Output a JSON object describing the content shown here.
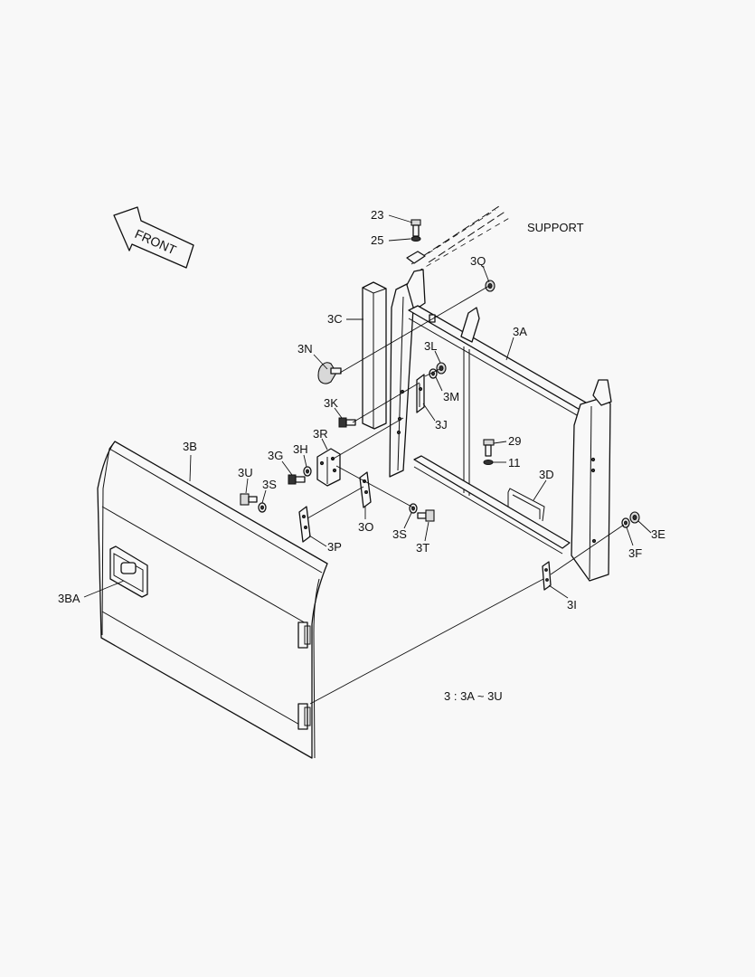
{
  "diagram": {
    "front_arrow_text": "FRONT",
    "support_text": "SUPPORT",
    "range_note": "3 : 3A ~ 3U",
    "callouts": {
      "p23": "23",
      "p25": "25",
      "p3Q": "3Q",
      "p3C": "3C",
      "p3A": "3A",
      "p3N": "3N",
      "p3L": "3L",
      "p3M": "3M",
      "p3K": "3K",
      "p3J": "3J",
      "p3R": "3R",
      "p3B": "3B",
      "p3H": "3H",
      "p3G": "3G",
      "p3U": "3U",
      "p3S_left": "3S",
      "p29": "29",
      "p11": "11",
      "p3D": "3D",
      "p3O": "3O",
      "p3P": "3P",
      "p3S_right": "3S",
      "p3T": "3T",
      "p3E": "3E",
      "p3F": "3F",
      "p3I": "3I",
      "p3BA": "3BA"
    }
  }
}
